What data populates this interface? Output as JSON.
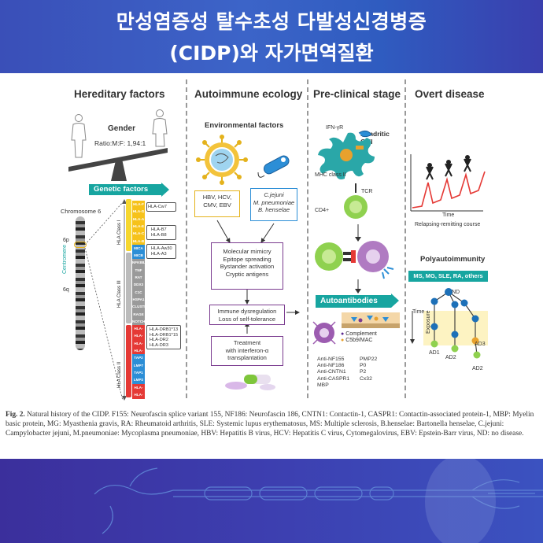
{
  "banner": {
    "line1": "만성염증성 탈수초성 다발성신경병증",
    "line2": "(CIDP)와 자가면역질환"
  },
  "columns": {
    "hereditary": "Hereditary factors",
    "autoimmune": "Autoimmune ecology",
    "preclinical": "Pre-clinical stage",
    "overt": "Overt disease"
  },
  "hereditary": {
    "gender_title": "Gender",
    "ratio": "Ratio:M:F: 1,94:1",
    "genetic_factors": "Genetic factors",
    "chromosome": "Chromosome 6",
    "arm_p": "6p",
    "arm_q": "6q",
    "centromere": "Centromere",
    "class1": "HLA Class I",
    "class2": "HLA Class III",
    "class3": "HLA Class II",
    "genes": [
      "HLA-F",
      "HLA-G",
      "HLA-A",
      "HLA-E",
      "HLA-C",
      "HLA-B",
      "MICA",
      "MICB",
      "NFKBIL1",
      "TNF",
      "RAT",
      "DDX3",
      "C1C",
      "HSPA1",
      "CLUSTER",
      "RAGE",
      "NOTCH4",
      "HLA-DR",
      "HLA-DQ",
      "HLA-DQ",
      "HLA-DO",
      "TAP2",
      "LMP7",
      "TAP1",
      "LMP2",
      "HLA-DM",
      "HLA-DP"
    ],
    "allele_groups": [
      [
        "HLA-Cw7"
      ],
      [
        "HLA-B7",
        "HLA-B8"
      ],
      [
        "HLA-Aw30",
        "HLA-A3"
      ],
      [
        "HLA-DRB1*13",
        "HLA-DRB1*15",
        "HLA-DR2",
        "HLA-DR3"
      ]
    ]
  },
  "autoimmune": {
    "env_title": "Environmental factors",
    "virus_box": [
      "HBV, HCV,",
      "CMV, EBV"
    ],
    "bacteria_box": [
      "C.jejuni",
      "M. pneumoniae",
      "B. henselae"
    ],
    "mimicry_box": [
      "Molecular mimicry",
      "Epitope spreading",
      "Bystander activation",
      "Cryptic antigens"
    ],
    "dysreg_box": [
      "Immune dysregulation",
      "Loss of self-tolerance"
    ],
    "treatment_box": [
      "Treatment",
      "with interferon-α",
      "transplantation"
    ]
  },
  "preclinical": {
    "ifn": "IFN-γR",
    "dendritic": [
      "Dendritic",
      "Cell"
    ],
    "mhc": "MHC class II",
    "tcr": "TCR",
    "cd4": "CD4+",
    "autoantibodies": "Autoantibodies",
    "legend": [
      "Complement",
      "C5b9/MAC"
    ],
    "antibodies_left": [
      "Anti-NF155",
      "Anti-NF186",
      "Anti-CNTN1",
      "Anti-CASPR1",
      "MBP"
    ],
    "antibodies_right": [
      "PMP22",
      "P0",
      "P2",
      "Cx32"
    ]
  },
  "overt": {
    "time": "Time",
    "course": "Relapsing-remitting course",
    "poly_title": "Polyautoimmunity",
    "poly_pill": "MS, MG, SLE, RA, others",
    "axis_time": "Time",
    "axis_exposure": "Exposure",
    "nodes": [
      "ND",
      "AD1",
      "AD2",
      "AD3",
      "AD2"
    ]
  },
  "caption": {
    "label": "Fig. 2.",
    "text": " Natural history of the CIDP. F155: Neurofascin splice variant 155, NF186: Neurofascin 186, CNTN1: Contactin-1, CASPR1: Contactin-associated protein-1, MBP: Myelin basic protein, MG: Myasthenia gravis, RA: Rheumatoid arthritis, SLE: Systemic lupus erythematosus, MS: Multiple sclerosis, B.henselae: Bartonella henselae, C.jejuni: Campylobacter jejuni, M.pneumoniae: Mycoplasma pneumoniae, HBV: Hepatitis B virus, HCV: Hepatitis C virus, Cytomegalovirus, EBV: Epstein-Barr virus, ND: no disease."
  },
  "colors": {
    "teal": "#17a5a0",
    "purple": "#7a3b8f",
    "banner": "#3c64c8",
    "footer": "#3d3fb0"
  }
}
